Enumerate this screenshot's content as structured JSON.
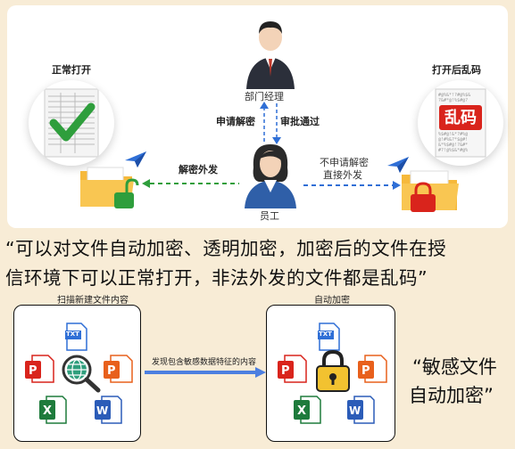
{
  "top": {
    "left_label": "正常打开",
    "right_label": "打开后乱码",
    "garbled_text": "乱码",
    "manager_label": "部门经理",
    "employee_label": "员工",
    "request_decrypt": "申请解密",
    "approve": "审批通过",
    "decrypt_send": "解密外发",
    "no_request_line1": "不申请解密",
    "no_request_line2": "直接外发"
  },
  "quote": {
    "line1": "“可以对文件自动加密、透明加密，加密后的文件在授",
    "line2": "信环境下可以正常打开，非法外发的文件都是乱码”"
  },
  "bottom": {
    "left_box_title": "扫描新建文件内容",
    "right_box_title": "自动加密",
    "arrow_label": "发现包含敏感数据特征的内容",
    "txt_label": "TXT",
    "side_quote_line1": "“敏感文件",
    "side_quote_line2": "自动加密”"
  },
  "colors": {
    "background": "#f8ecd6",
    "green": "#2e9e3c",
    "blue": "#2f6fd6",
    "red": "#d9241c",
    "folder": "#f6b93b"
  }
}
